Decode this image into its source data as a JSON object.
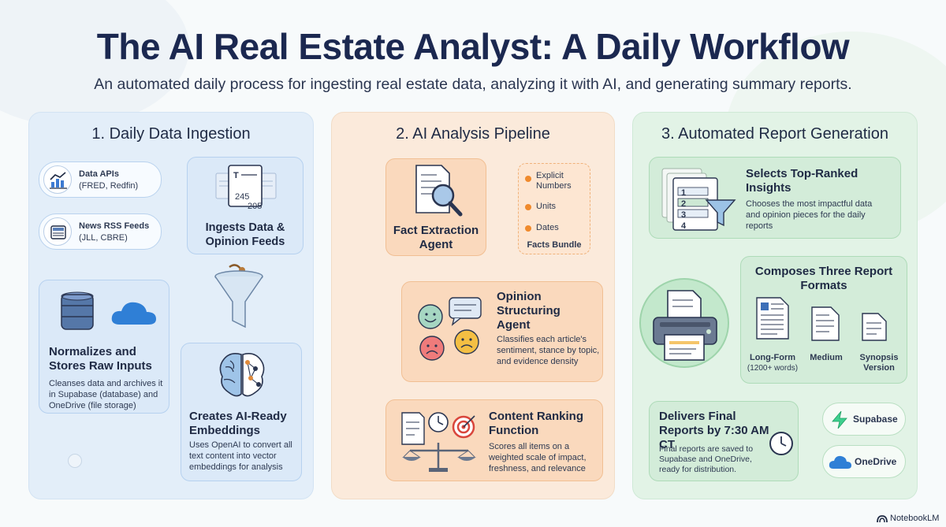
{
  "title": "The AI Real Estate Analyst: A Daily Workflow",
  "subtitle": "An automated daily process for ingesting real estate data, analyzing it with AI, and generating summary reports.",
  "col1": {
    "title": "1. Daily Data Ingestion",
    "data_apis": {
      "title": "Data APIs",
      "detail": "(FRED, Redfin)"
    },
    "news_feeds": {
      "title": "News RSS Feeds",
      "detail": "(JLL, CBRE)"
    },
    "ingest": {
      "title": "Ingests Data & Opinion Feeds",
      "doc_numbers": [
        "245",
        "205"
      ]
    },
    "normalize": {
      "title": "Normalizes and Stores Raw Inputs",
      "desc": "Cleanses data and archives it in Supabase (database) and OneDrive (file storage)"
    },
    "embeddings": {
      "title": "Creates AI-Ready Embeddings",
      "desc": "Uses OpenAI to convert all text content into vector embeddings for analysis"
    }
  },
  "col2": {
    "title": "2. AI Analysis Pipeline",
    "fact": {
      "title": "Fact Extraction Agent"
    },
    "facts_bundle": {
      "items": [
        "Explicit Numbers",
        "Units",
        "Dates"
      ],
      "label": "Facts Bundle"
    },
    "opinion": {
      "title": "Opinion Structuring Agent",
      "desc": "Classifies each article's sentiment, stance by topic, and evidence density"
    },
    "ranking": {
      "title": "Content Ranking Function",
      "desc": "Scores all items on a weighted scale of impact, freshness, and relevance"
    }
  },
  "col3": {
    "title": "3. Automated Report Generation",
    "selects": {
      "title": "Selects Top-Ranked Insights",
      "desc": "Chooses the most impactful data and opinion pieces for the daily reports",
      "ranks": [
        "1",
        "2",
        "3",
        "4"
      ]
    },
    "composes": {
      "title": "Composes Three Report Formats"
    },
    "formats": [
      {
        "name": "Long-Form",
        "detail": "(1200+ words)"
      },
      {
        "name": "Medium",
        "detail": ""
      },
      {
        "name": "Synopsis Version",
        "detail": ""
      }
    ],
    "delivers": {
      "title": "Delivers Final Reports by 7:30 AM CT",
      "desc": "Final reports are saved to Supabase and OneDrive, ready for distribution."
    },
    "supabase": "Supabase",
    "onedrive": "OneDrive"
  },
  "footer": "NotebookLM",
  "colors": {
    "title": "#1b2850",
    "blue_panel": "#e3eef9",
    "orange_panel": "#fbeadb",
    "green_panel": "#e2f3e6",
    "pipe": "#f0c08e"
  }
}
